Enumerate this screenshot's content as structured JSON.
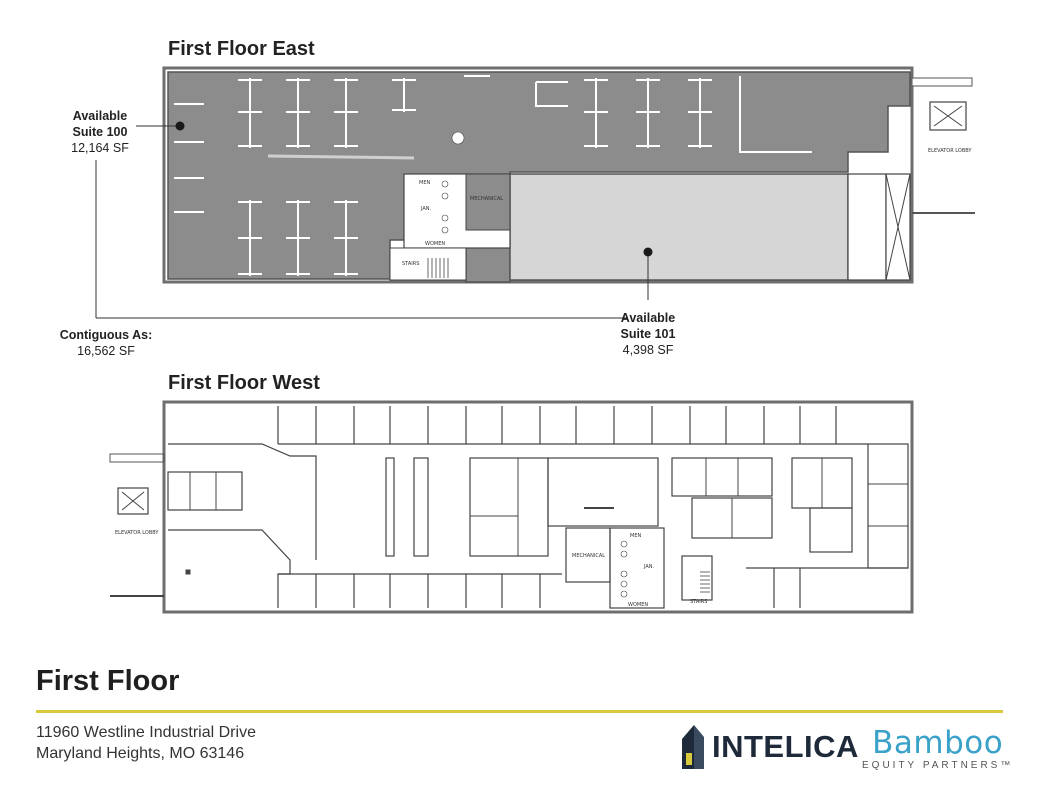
{
  "east": {
    "title": "First Floor East",
    "suite100": {
      "line1": "Available",
      "line2": "Suite 100",
      "area": "12,164 SF"
    },
    "suite101": {
      "line1": "Available",
      "line2": "Suite 101",
      "area": "4,398 SF"
    },
    "contiguous": {
      "label": "Contiguous As:",
      "area": "16,562 SF"
    },
    "rooms": {
      "mechanical": "MECHANICAL",
      "men": "MEN",
      "jan": "JAN.",
      "women": "WOMEN",
      "stairs": "STAIRS",
      "elevator_lobby": "ELEVATOR LOBBY"
    }
  },
  "west": {
    "title": "First Floor West",
    "rooms": {
      "mechanical": "MECHANICAL",
      "men": "MEN",
      "jan": "JAN.",
      "women": "WOMEN",
      "stairs": "STAIRS",
      "elevator_lobby": "ELEVATOR LOBBY"
    }
  },
  "footer": {
    "title": "First Floor",
    "address_line1": "11960 Westline Industrial Drive",
    "address_line2": "Maryland Heights, MO 63146",
    "logo_intelica": "INTELICA",
    "logo_bamboo": "Bamboo",
    "logo_bamboo_sub": "EQUITY PARTNERS™"
  },
  "colors": {
    "suite100_fill": "#8c8c8c",
    "suite101_fill": "#d6d6d6",
    "accent_rule": "#d9c93c",
    "bamboo_blue": "#3aa1c8"
  }
}
